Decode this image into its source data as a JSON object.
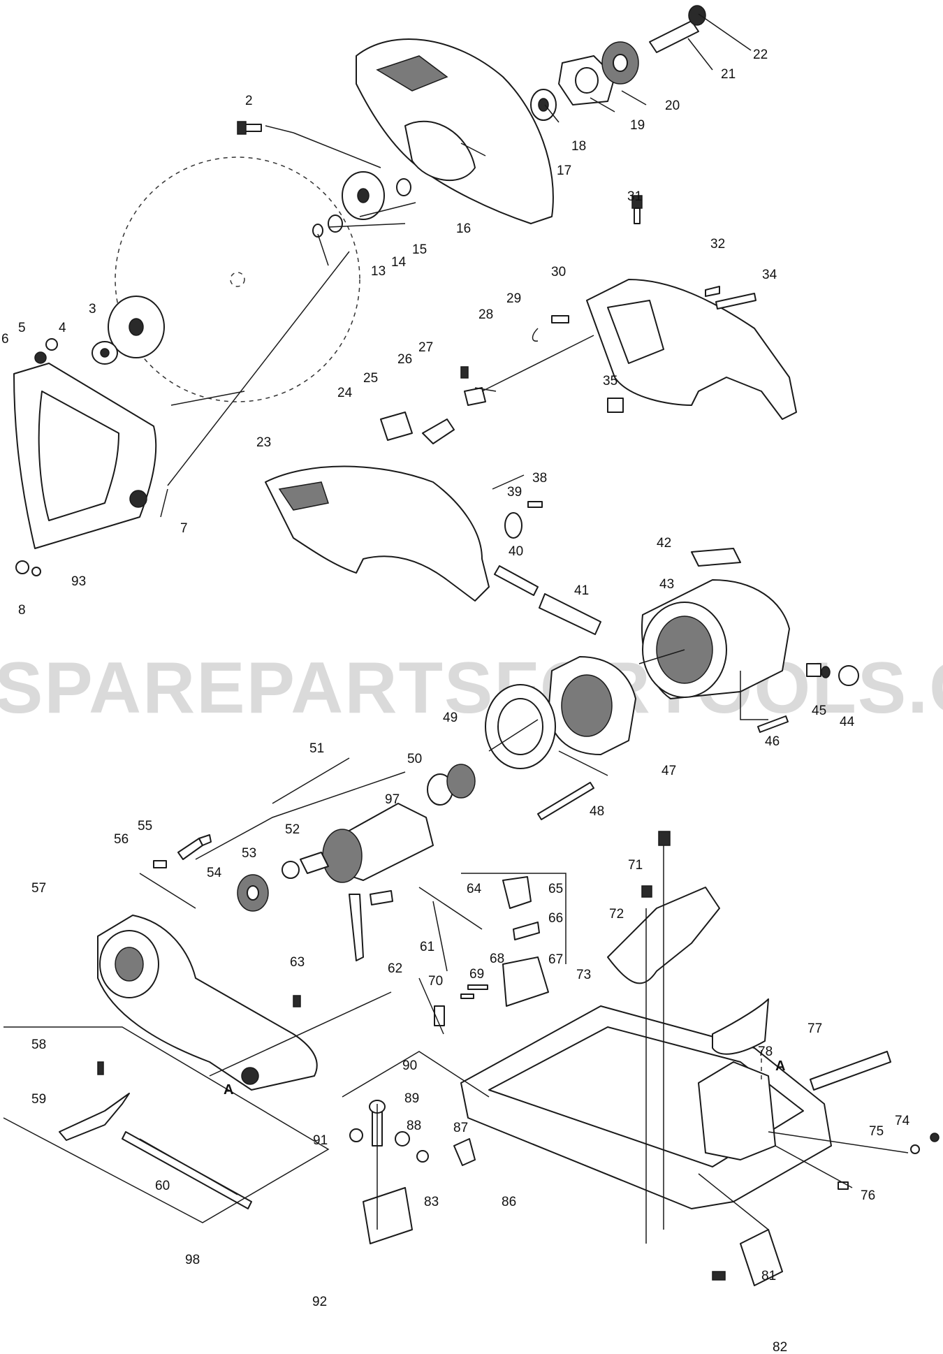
{
  "watermark": "SPAREPARTSFORTOOLS.COM.AU",
  "reference_marks": [
    "A",
    "A"
  ],
  "parts": [
    {
      "label": "2"
    },
    {
      "label": "3"
    },
    {
      "label": "4"
    },
    {
      "label": "5"
    },
    {
      "label": "6"
    },
    {
      "label": "7"
    },
    {
      "label": "8"
    },
    {
      "label": "13"
    },
    {
      "label": "14"
    },
    {
      "label": "15"
    },
    {
      "label": "16"
    },
    {
      "label": "17"
    },
    {
      "label": "18"
    },
    {
      "label": "19"
    },
    {
      "label": "20"
    },
    {
      "label": "21"
    },
    {
      "label": "22"
    },
    {
      "label": "23"
    },
    {
      "label": "24"
    },
    {
      "label": "25"
    },
    {
      "label": "26"
    },
    {
      "label": "27"
    },
    {
      "label": "28"
    },
    {
      "label": "29"
    },
    {
      "label": "30"
    },
    {
      "label": "31"
    },
    {
      "label": "32"
    },
    {
      "label": "34"
    },
    {
      "label": "35"
    },
    {
      "label": "38"
    },
    {
      "label": "39"
    },
    {
      "label": "40"
    },
    {
      "label": "41"
    },
    {
      "label": "42"
    },
    {
      "label": "43"
    },
    {
      "label": "44"
    },
    {
      "label": "45"
    },
    {
      "label": "46"
    },
    {
      "label": "47"
    },
    {
      "label": "48"
    },
    {
      "label": "49"
    },
    {
      "label": "50"
    },
    {
      "label": "51"
    },
    {
      "label": "52"
    },
    {
      "label": "53"
    },
    {
      "label": "54"
    },
    {
      "label": "55"
    },
    {
      "label": "56"
    },
    {
      "label": "57"
    },
    {
      "label": "58"
    },
    {
      "label": "59"
    },
    {
      "label": "60"
    },
    {
      "label": "61"
    },
    {
      "label": "62"
    },
    {
      "label": "63"
    },
    {
      "label": "64"
    },
    {
      "label": "65"
    },
    {
      "label": "66"
    },
    {
      "label": "67"
    },
    {
      "label": "68"
    },
    {
      "label": "69"
    },
    {
      "label": "70"
    },
    {
      "label": "71"
    },
    {
      "label": "72"
    },
    {
      "label": "73"
    },
    {
      "label": "74"
    },
    {
      "label": "75"
    },
    {
      "label": "76"
    },
    {
      "label": "77"
    },
    {
      "label": "78"
    },
    {
      "label": "81"
    },
    {
      "label": "82"
    },
    {
      "label": "83"
    },
    {
      "label": "86"
    },
    {
      "label": "87"
    },
    {
      "label": "88"
    },
    {
      "label": "89"
    },
    {
      "label": "90"
    },
    {
      "label": "91"
    },
    {
      "label": "92"
    },
    {
      "label": "93"
    },
    {
      "label": "97"
    },
    {
      "label": "98"
    }
  ]
}
